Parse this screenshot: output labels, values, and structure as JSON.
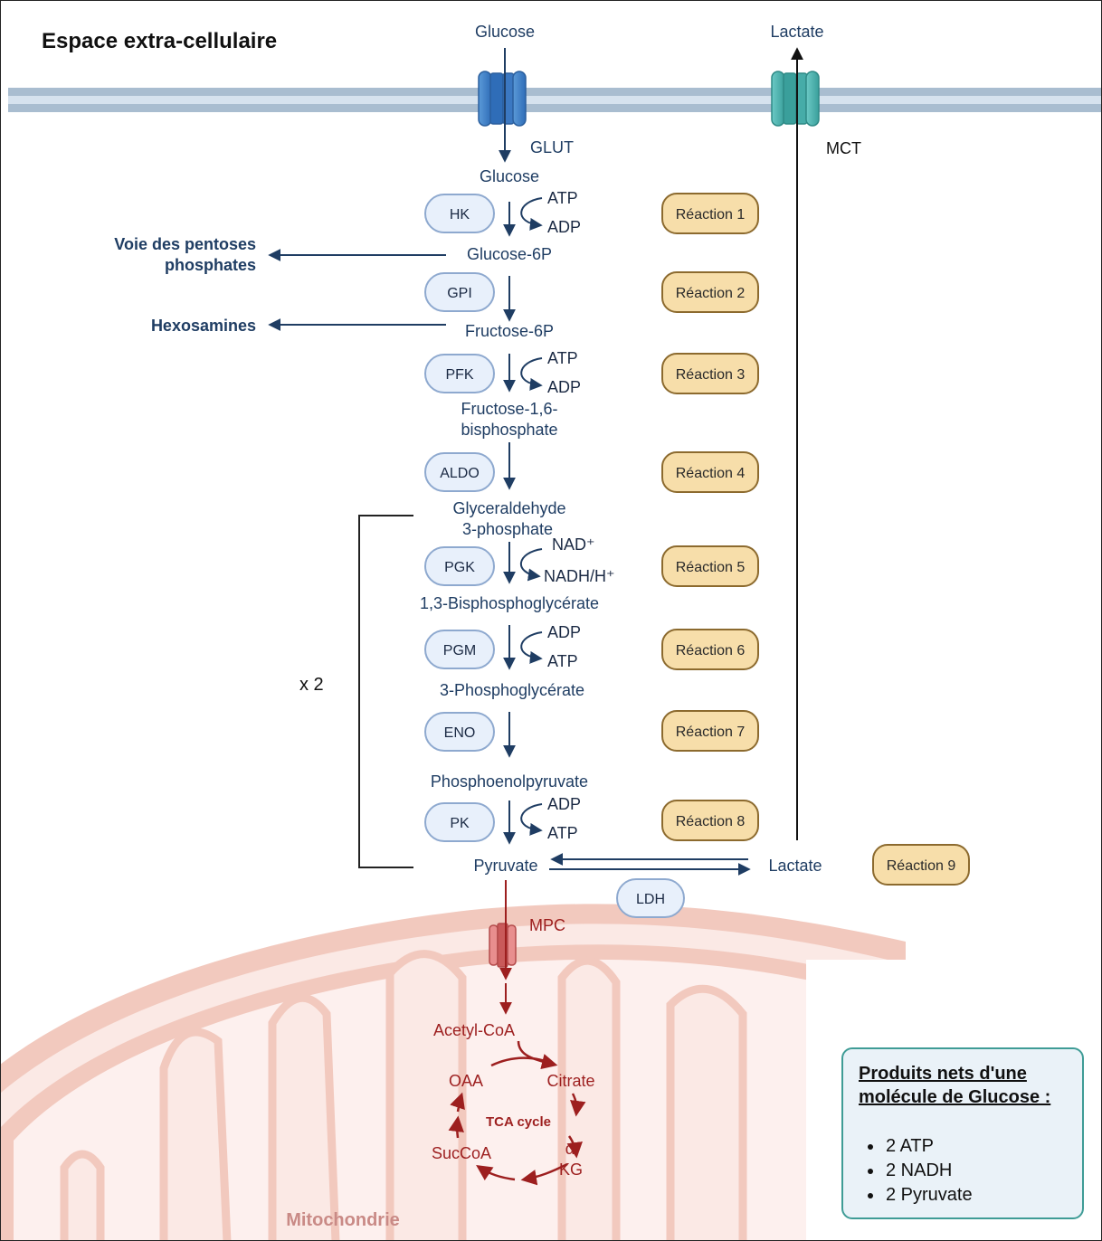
{
  "labels": {
    "extracellular": "Espace extra-cellulaire",
    "glucose_out": "Glucose",
    "lactate_out": "Lactate",
    "glut": "GLUT",
    "mct": "MCT",
    "mpc": "MPC",
    "mitochondria": "Mitochondrie",
    "x2": "x 2",
    "pentose": [
      "Voie des pentoses",
      "phosphates"
    ],
    "hexosamines": "Hexosamines",
    "lactate_in": "Lactate",
    "ldh": "LDH"
  },
  "metabolites": {
    "glucose": "Glucose",
    "g6p": "Glucose-6P",
    "f6p": "Fructose-6P",
    "f16bp": [
      "Fructose-1,6-",
      "bisphosphate"
    ],
    "g3p": [
      "Glyceraldehyde",
      "3-phosphate"
    ],
    "bpg13": "1,3-Bisphosphoglycérate",
    "pg3": "3-Phosphoglycérate",
    "pep": "Phosphoenolpyruvate",
    "pyruvate": "Pyruvate"
  },
  "enzymes": [
    "HK",
    "GPI",
    "PFK",
    "ALDO",
    "PGK",
    "PGM",
    "ENO",
    "PK"
  ],
  "reactions": [
    "Réaction 1",
    "Réaction 2",
    "Réaction 3",
    "Réaction 4",
    "Réaction 5",
    "Réaction 6",
    "Réaction 7",
    "Réaction 8",
    "Réaction 9"
  ],
  "cofactors": {
    "r1": [
      "ATP",
      "ADP"
    ],
    "r3": [
      "ATP",
      "ADP"
    ],
    "r5": [
      "NAD⁺",
      "NADH/H⁺"
    ],
    "r6": [
      "ADP",
      "ATP"
    ],
    "r8": [
      "ADP",
      "ATP"
    ]
  },
  "tca": {
    "acetyl": "Acetyl-CoA",
    "oaa": "OAA",
    "citrate": "Citrate",
    "title": "TCA cycle",
    "akg": [
      "α-",
      "KG"
    ],
    "succoa": "SucCoA"
  },
  "summary": {
    "title": "Produits nets d'une molécule de Glucose :",
    "items": [
      "2 ATP",
      "2 NADH",
      "2 Pyruvate"
    ]
  },
  "colors": {
    "pathway": "#1f3d63",
    "mito": "#9d1f1f",
    "reaction_fill": "#f7deaa",
    "enzyme_fill": "#e8f0fb",
    "summary_border": "#3f9c96"
  }
}
